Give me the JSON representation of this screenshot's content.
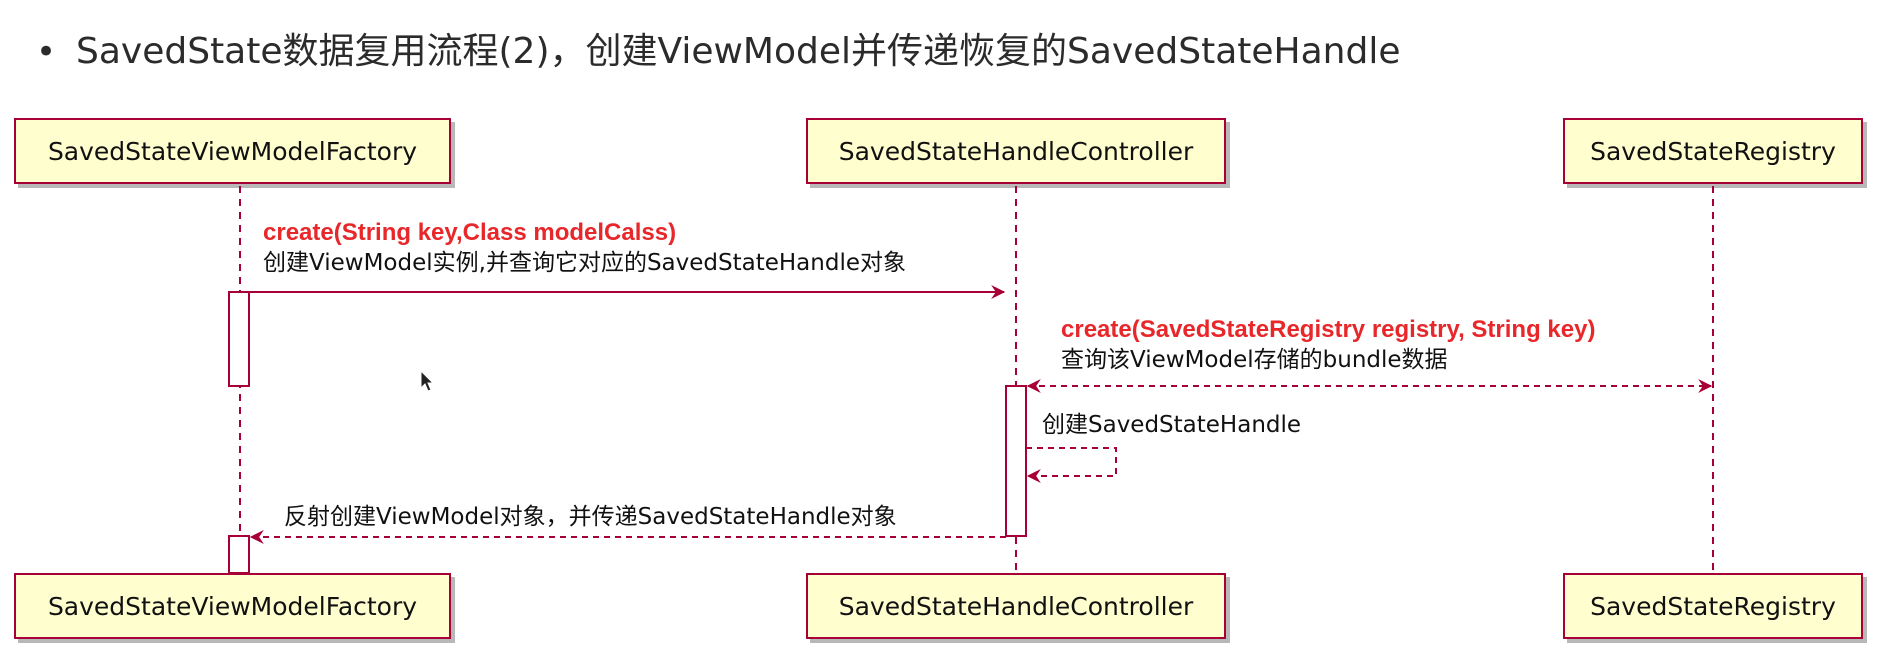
{
  "slide": {
    "title": "SavedState数据复用流程(2)，创建ViewModel并传递恢复的SavedStateHandle"
  },
  "participants": {
    "factory": "SavedStateViewModelFactory",
    "controller": "SavedStateHandleController",
    "registry": "SavedStateRegistry"
  },
  "messages": [
    {
      "signature": "create(String key,Class modelCalss)",
      "description": "创建ViewModel实例,并查询它对应的SavedStateHandle对象"
    },
    {
      "signature": "create(SavedStateRegistry registry, String key)",
      "description": "查询该ViewModel存储的bundle数据"
    },
    {
      "signature": "",
      "description": "创建SavedStateHandle"
    },
    {
      "signature": "",
      "description": "反射创建ViewModel对象，并传递SavedStateHandle对象"
    }
  ],
  "colors": {
    "participant_fill": "#fefece",
    "border": "#a80036",
    "signature_text": "#e8272a"
  }
}
